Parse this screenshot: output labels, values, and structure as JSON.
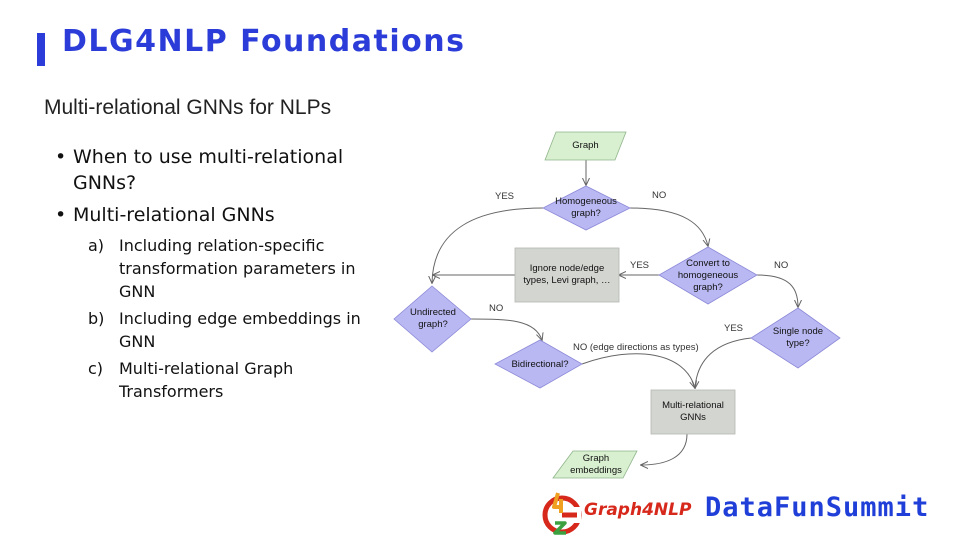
{
  "slide": {
    "title": "DLG4NLP Foundations",
    "subtitle": "Multi-relational GNNs for NLPs",
    "accent_color": "#2b3cd8"
  },
  "bullets": [
    {
      "text": "When to use multi-relational GNNs?",
      "subs": []
    },
    {
      "text": "Multi-relational GNNs",
      "subs": [
        {
          "label": "a)",
          "text": "Including relation-specific transformation parameters in GNN"
        },
        {
          "label": "b)",
          "text": "Including edge embeddings in GNN"
        },
        {
          "label": "c)",
          "text": "Multi-relational Graph Transformers"
        }
      ]
    }
  ],
  "bullet_glyph": "•",
  "flowchart": {
    "nodes": {
      "graph": "Graph",
      "homogeneous": "Homogeneous graph?",
      "ignore": "Ignore node/edge types, Levi graph, …",
      "convert": "Convert to homogeneous graph?",
      "undirected": "Undirected graph?",
      "bidirectional": "Bidirectional?",
      "single_node_type": "Single node type?",
      "multi_relational": "Multi-relational GNNs",
      "graph_embeddings": "Graph embeddings"
    },
    "edge_labels": {
      "homog_yes": "YES",
      "homog_no": "NO",
      "convert_yes": "YES",
      "convert_no": "NO",
      "undirected_no": "NO",
      "bidir_no": "NO (edge directions as types)",
      "single_yes": "YES"
    },
    "colors": {
      "diamond_fill": "#b9b8f2",
      "box_fill": "#d3d5d0",
      "parallelogram_fill": "#d8efd0",
      "arrow": "#666666"
    }
  },
  "logos": {
    "graph4nlp": "Graph4NLP",
    "datafun": "DataFunSummit"
  }
}
